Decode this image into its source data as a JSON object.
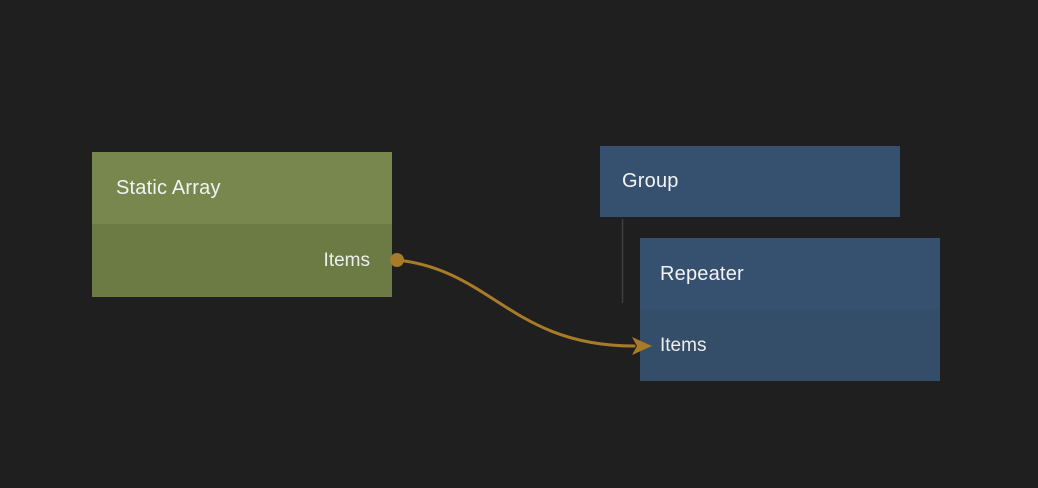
{
  "canvas": {
    "background": "#1f1f1f"
  },
  "nodes": {
    "static_array": {
      "title": "Static Array",
      "colors": {
        "header": "#78874d",
        "body": "#6c7a44"
      },
      "output_port": {
        "label": "Items",
        "direction": "output"
      }
    },
    "group": {
      "title": "Group",
      "colors": {
        "header": "#36516f"
      }
    },
    "repeater": {
      "title": "Repeater",
      "colors": {
        "header": "#36516f",
        "body": "#344d68"
      },
      "input_port": {
        "label": "Items",
        "direction": "input"
      }
    }
  },
  "connection": {
    "from_node": "Static Array",
    "from_port": "Items",
    "to_node": "Repeater",
    "to_port": "Items",
    "color": "#a87b2a"
  },
  "hierarchy_link": {
    "from_node": "Group",
    "to_node": "Repeater",
    "color": "#3f3f3f"
  }
}
